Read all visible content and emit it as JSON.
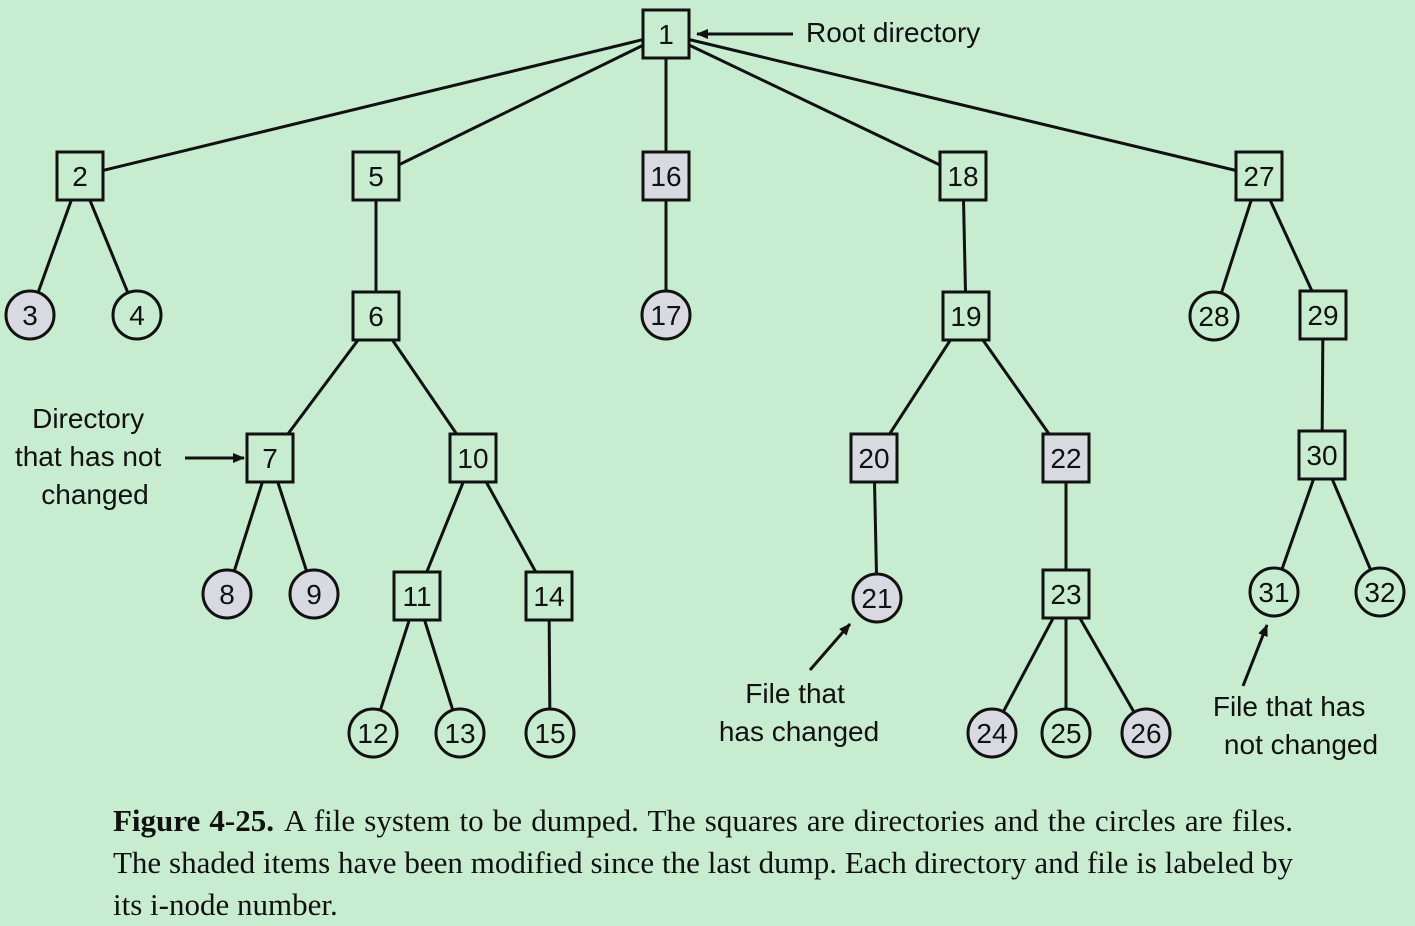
{
  "colors": {
    "background": "#c8ecd0",
    "shaded": "#d9d9e2",
    "unshaded": "#c8ecd0",
    "stroke": "#111111"
  },
  "nodes": [
    {
      "id": "1",
      "type": "directory",
      "shaded": false
    },
    {
      "id": "2",
      "type": "directory",
      "shaded": false
    },
    {
      "id": "3",
      "type": "file",
      "shaded": true
    },
    {
      "id": "4",
      "type": "file",
      "shaded": false
    },
    {
      "id": "5",
      "type": "directory",
      "shaded": false
    },
    {
      "id": "6",
      "type": "directory",
      "shaded": false
    },
    {
      "id": "7",
      "type": "directory",
      "shaded": false
    },
    {
      "id": "8",
      "type": "file",
      "shaded": true
    },
    {
      "id": "9",
      "type": "file",
      "shaded": true
    },
    {
      "id": "10",
      "type": "directory",
      "shaded": false
    },
    {
      "id": "11",
      "type": "directory",
      "shaded": false
    },
    {
      "id": "12",
      "type": "file",
      "shaded": false
    },
    {
      "id": "13",
      "type": "file",
      "shaded": false
    },
    {
      "id": "14",
      "type": "directory",
      "shaded": false
    },
    {
      "id": "15",
      "type": "file",
      "shaded": false
    },
    {
      "id": "16",
      "type": "directory",
      "shaded": true
    },
    {
      "id": "17",
      "type": "file",
      "shaded": true
    },
    {
      "id": "18",
      "type": "directory",
      "shaded": false
    },
    {
      "id": "19",
      "type": "directory",
      "shaded": false
    },
    {
      "id": "20",
      "type": "directory",
      "shaded": true
    },
    {
      "id": "21",
      "type": "file",
      "shaded": true
    },
    {
      "id": "22",
      "type": "directory",
      "shaded": true
    },
    {
      "id": "23",
      "type": "directory",
      "shaded": false
    },
    {
      "id": "24",
      "type": "file",
      "shaded": true
    },
    {
      "id": "25",
      "type": "file",
      "shaded": false
    },
    {
      "id": "26",
      "type": "file",
      "shaded": true
    },
    {
      "id": "27",
      "type": "directory",
      "shaded": false
    },
    {
      "id": "28",
      "type": "file",
      "shaded": false
    },
    {
      "id": "29",
      "type": "directory",
      "shaded": false
    },
    {
      "id": "30",
      "type": "directory",
      "shaded": false
    },
    {
      "id": "31",
      "type": "file",
      "shaded": false
    },
    {
      "id": "32",
      "type": "file",
      "shaded": false
    }
  ],
  "edges": [
    [
      "1",
      "2"
    ],
    [
      "1",
      "5"
    ],
    [
      "1",
      "16"
    ],
    [
      "1",
      "18"
    ],
    [
      "1",
      "27"
    ],
    [
      "2",
      "3"
    ],
    [
      "2",
      "4"
    ],
    [
      "5",
      "6"
    ],
    [
      "6",
      "7"
    ],
    [
      "6",
      "10"
    ],
    [
      "7",
      "8"
    ],
    [
      "7",
      "9"
    ],
    [
      "10",
      "11"
    ],
    [
      "10",
      "14"
    ],
    [
      "11",
      "12"
    ],
    [
      "11",
      "13"
    ],
    [
      "14",
      "15"
    ],
    [
      "16",
      "17"
    ],
    [
      "18",
      "19"
    ],
    [
      "19",
      "20"
    ],
    [
      "19",
      "22"
    ],
    [
      "20",
      "21"
    ],
    [
      "22",
      "23"
    ],
    [
      "23",
      "24"
    ],
    [
      "23",
      "25"
    ],
    [
      "23",
      "26"
    ],
    [
      "27",
      "28"
    ],
    [
      "27",
      "29"
    ],
    [
      "29",
      "30"
    ],
    [
      "30",
      "31"
    ],
    [
      "30",
      "32"
    ]
  ],
  "annotations": {
    "root_directory": "Root directory",
    "dir_not_changed": [
      "Directory",
      "that has not",
      "changed"
    ],
    "file_changed": [
      "File that",
      "has changed"
    ],
    "file_not_changed": [
      "File that has",
      "not changed"
    ]
  },
  "caption": {
    "label": "Figure 4-25.",
    "text": "A file system to be dumped. The squares are directories and the circles are files. The shaded items have been modified since the last dump. Each directory and file is labeled by its i-node number."
  }
}
